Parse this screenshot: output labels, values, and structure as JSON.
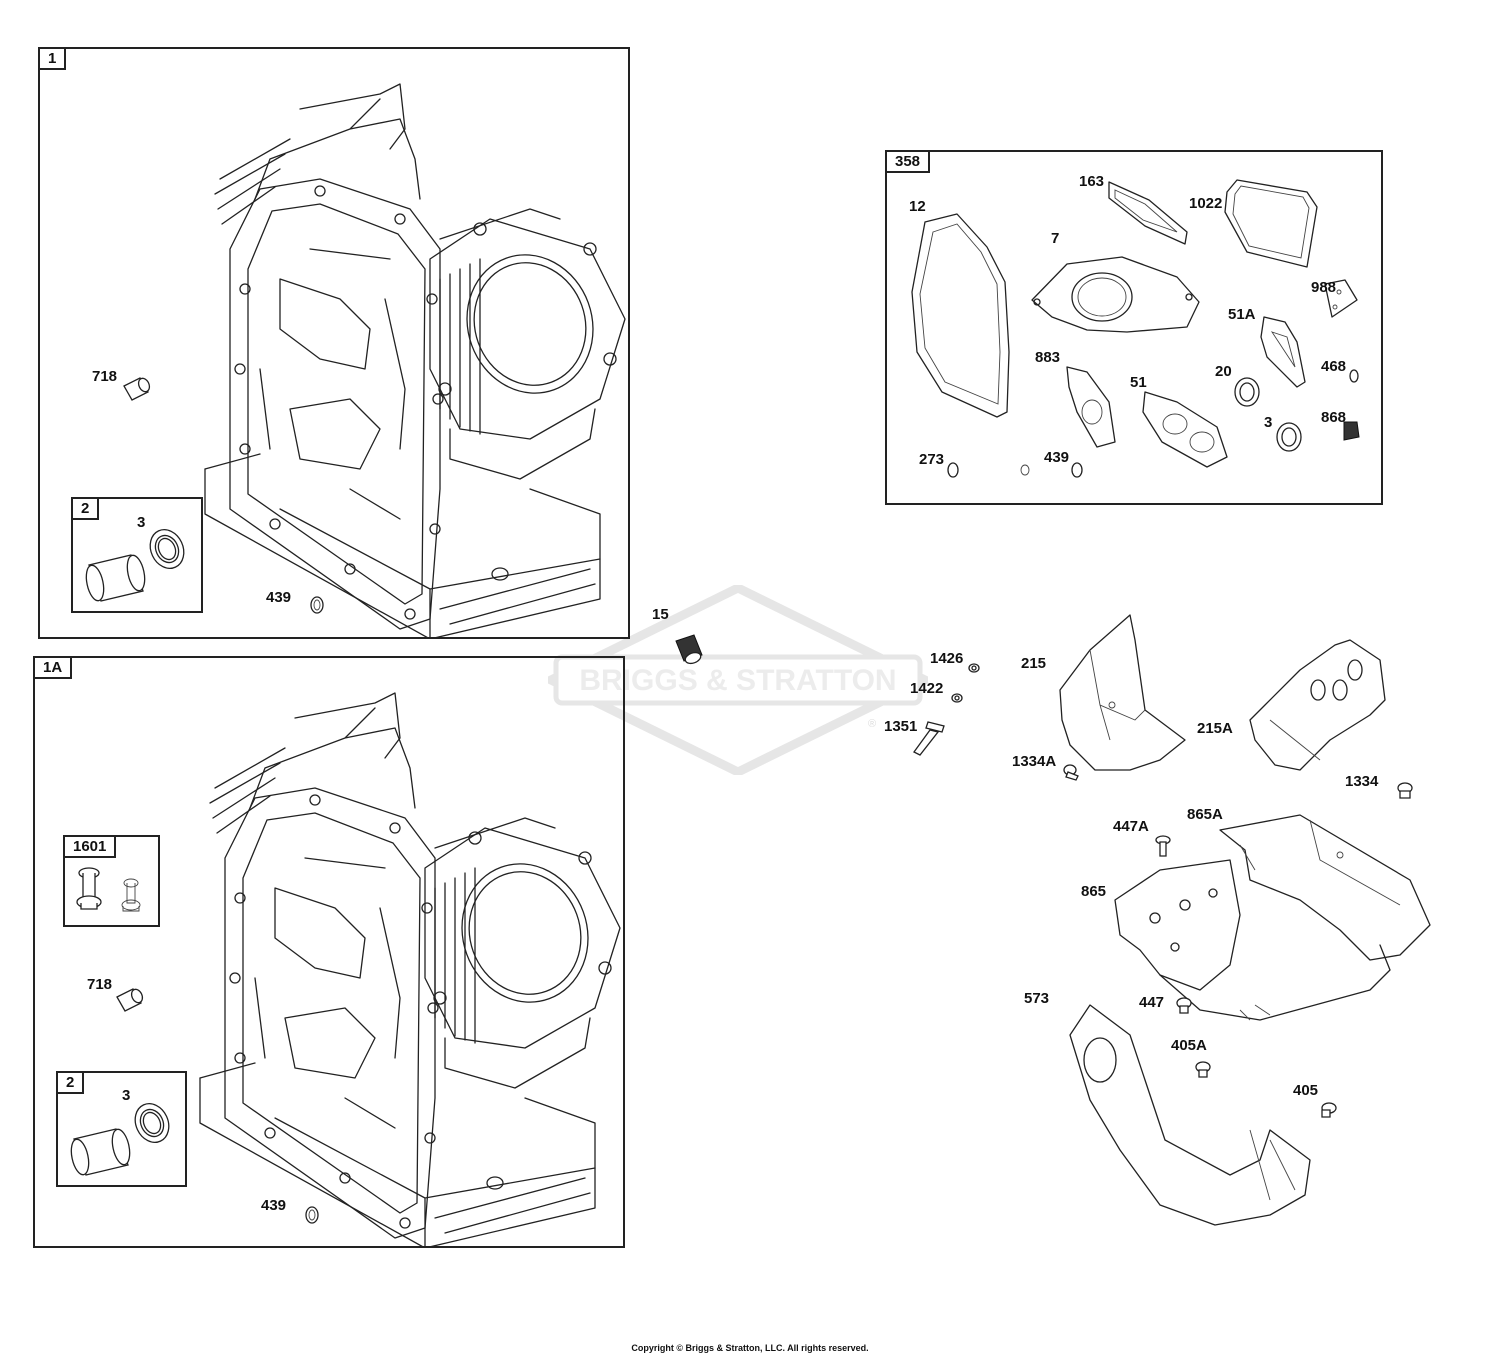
{
  "groups": {
    "g1": {
      "tag": "1"
    },
    "g1a": {
      "tag": "1A"
    },
    "g358": {
      "tag": "358"
    }
  },
  "subgroups": {
    "g1_2": {
      "tag": "2"
    },
    "g1a_1601": {
      "tag": "1601"
    },
    "g1a_2": {
      "tag": "2"
    }
  },
  "labels": {
    "g1_718": "718",
    "g1_3": "3",
    "g1_439": "439",
    "g1a_718": "718",
    "g1a_3": "3",
    "g1a_439": "439",
    "k358_12": "12",
    "k358_163": "163",
    "k358_1022": "1022",
    "k358_7": "7",
    "k358_988": "988",
    "k358_51a": "51A",
    "k358_883": "883",
    "k358_51": "51",
    "k358_20": "20",
    "k358_468": "468",
    "k358_3": "3",
    "k358_868": "868",
    "k358_273": "273",
    "k358_439": "439",
    "p15": "15",
    "p1426": "1426",
    "p1422": "1422",
    "p1351": "1351",
    "p215": "215",
    "p215a": "215A",
    "p1334a": "1334A",
    "p1334": "1334",
    "p447a": "447A",
    "p865a": "865A",
    "p865": "865",
    "p447": "447",
    "p573": "573",
    "p405a": "405A",
    "p405": "405"
  },
  "watermark": {
    "brand": "BRIGGS & STRATTON",
    "mark": "®"
  },
  "copyright": "Copyright © Briggs & Stratton, LLC. All rights reserved.",
  "colors": {
    "line": "#222222",
    "watermark": "#e6e6e6"
  }
}
